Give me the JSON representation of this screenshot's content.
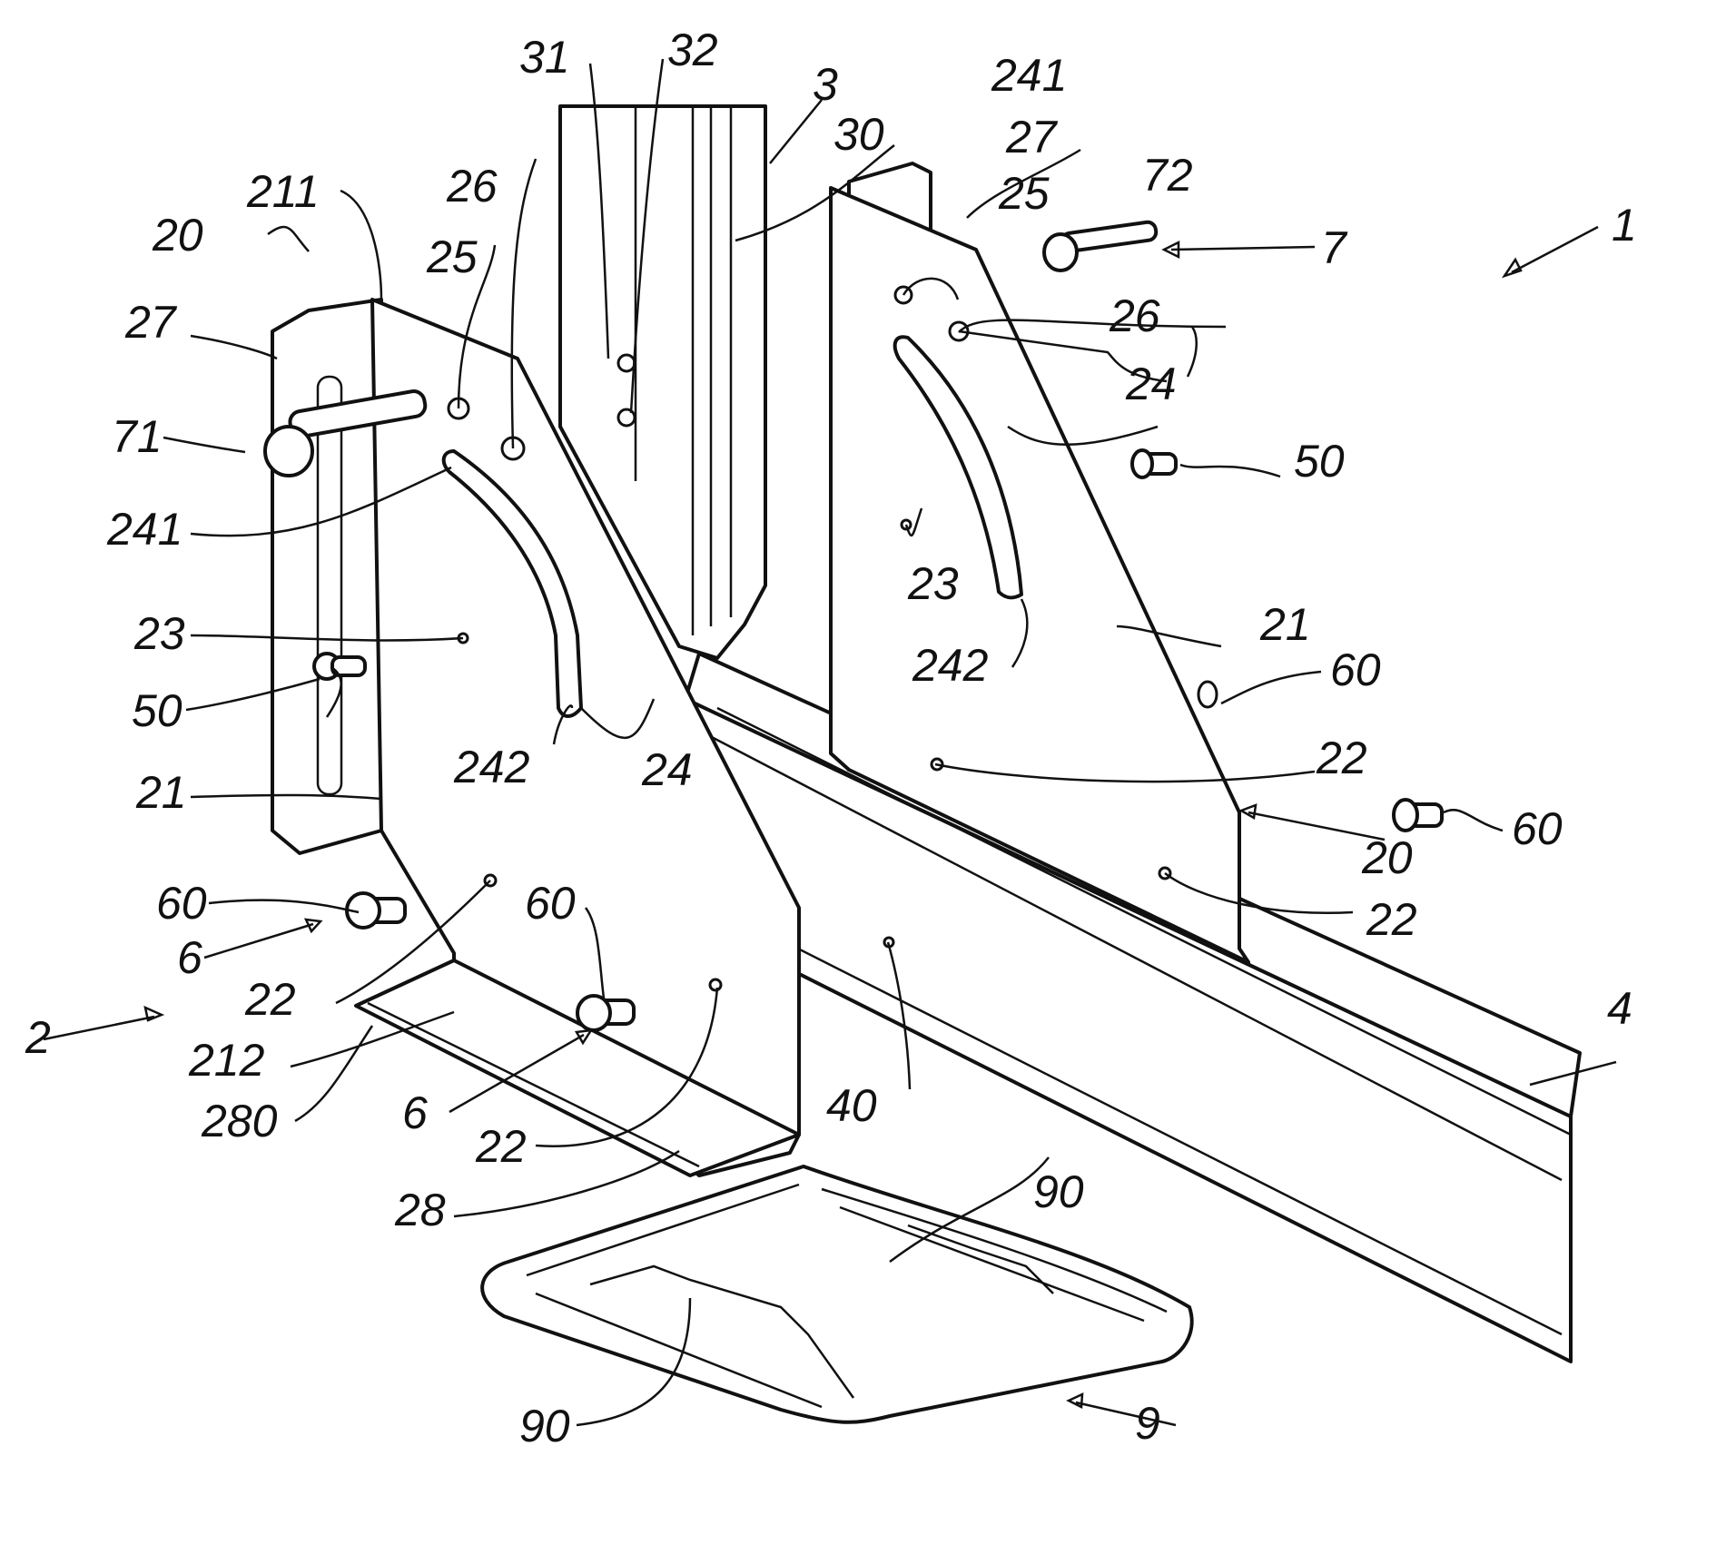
{
  "figure": {
    "labels": {
      "assembly": "1",
      "bracket_set": "2",
      "upright": "3",
      "upright_face": "30",
      "upright_hole_upper": "31",
      "upright_hole_lower": "32",
      "rail": "4",
      "rail_hole": "40",
      "bolt": "6",
      "bolt_head": "60",
      "pin": "7",
      "pin_left": "71",
      "pin_right": "72",
      "rivet": "50",
      "base_pad": "9",
      "pad_groove": "90",
      "bracket": "20",
      "plate": "21",
      "plate_top_edge": "211",
      "plate_bottom_edge": "212",
      "lower_hole": "22",
      "center_hole": "23",
      "arc_slot": "24",
      "slot_end_top": "241",
      "slot_end_bottom": "242",
      "pivot_hole": "25",
      "lock_hole": "26",
      "side_flange": "27",
      "foot_flange": "28",
      "foot_edge": "280"
    }
  }
}
